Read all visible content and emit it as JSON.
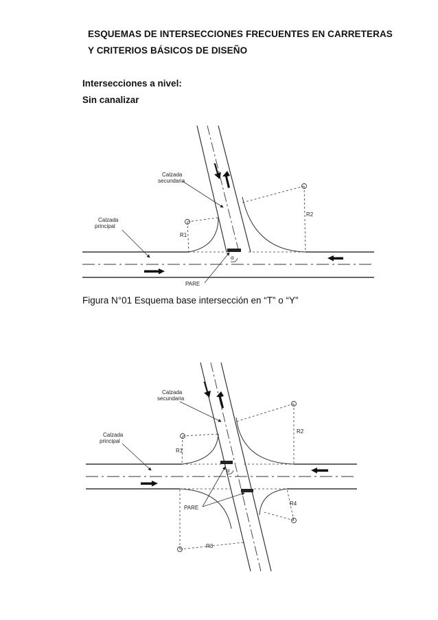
{
  "document": {
    "title_line1": "ESQUEMAS DE INTERSECCIONES FRECUENTES EN CARRETERAS",
    "title_line2": "Y CRITERIOS BÁSICOS DE DISEÑO",
    "section_heading": "Intersecciones a nivel:",
    "subsection_heading": "Sin canalizar",
    "figure1_caption": "Figura N°01 Esquema base intersección en “T” o “Y”"
  },
  "figure1": {
    "label_secondary_l1": "Calzada",
    "label_secondary_l2": "secundaria",
    "label_main_l1": "Calzada",
    "label_main_l2": "principal",
    "label_r1": "R1",
    "label_r2": "R2",
    "label_alpha": "α",
    "label_stop": "PARE"
  },
  "figure2": {
    "label_secondary_l1": "Calzada",
    "label_secondary_l2": "secundaria",
    "label_main_l1": "Calzada",
    "label_main_l2": "principal",
    "label_r1": "R1",
    "label_r2": "R2",
    "label_r3": "R3",
    "label_r4": "R4",
    "label_alpha": "α",
    "label_stop": "PARE"
  }
}
